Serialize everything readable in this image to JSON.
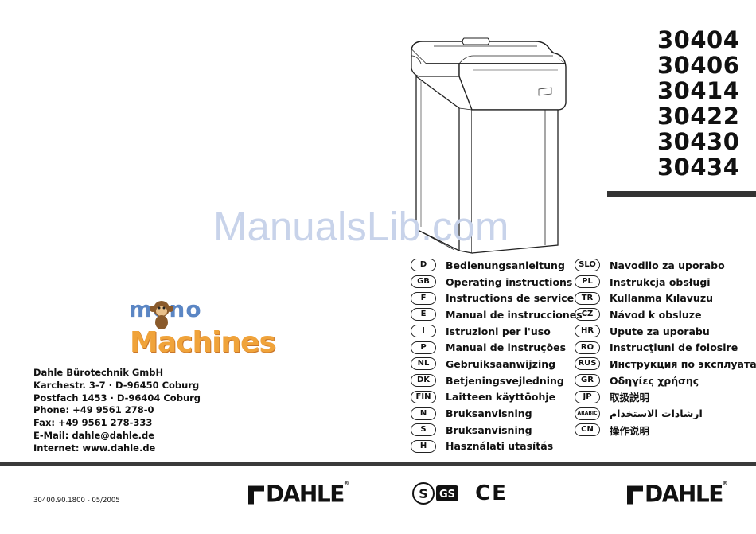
{
  "models": [
    "30404",
    "30406",
    "30414",
    "30422",
    "30430",
    "30434"
  ],
  "watermark": "ManualsLib.com",
  "logo": {
    "line1": "mono",
    "line2": "Machines"
  },
  "languages_left": [
    {
      "code": "D",
      "label": "Bedienungsanleitung"
    },
    {
      "code": "GB",
      "label": "Operating instructions"
    },
    {
      "code": "F",
      "label": "Instructions de service"
    },
    {
      "code": "E",
      "label": "Manual de instrucciones"
    },
    {
      "code": "I",
      "label": "Istruzioni per l'uso"
    },
    {
      "code": "P",
      "label": "Manual de instruções"
    },
    {
      "code": "NL",
      "label": "Gebruiksaanwijzing"
    },
    {
      "code": "DK",
      "label": "Betjeningsvejledning"
    },
    {
      "code": "FIN",
      "label": "Laitteen käyttöohje"
    },
    {
      "code": "N",
      "label": "Bruksanvisning"
    },
    {
      "code": "S",
      "label": "Bruksanvisning"
    },
    {
      "code": "H",
      "label": "Használati utasítás"
    }
  ],
  "languages_right": [
    {
      "code": "SLO",
      "label": "Navodilo za uporabo"
    },
    {
      "code": "PL",
      "label": "Instrukcja obsługi"
    },
    {
      "code": "TR",
      "label": "Kullanma Kılavuzu"
    },
    {
      "code": "CZ",
      "label": "Návod k obsluze"
    },
    {
      "code": "HR",
      "label": "Upute za uporabu"
    },
    {
      "code": "RO",
      "label": "Instrucţiuni de folosire"
    },
    {
      "code": "RUS",
      "label": "Инструкция по эксплуатации"
    },
    {
      "code": "GR",
      "label": "Οδηγίες χρήσης"
    },
    {
      "code": "JP",
      "label": "取扱説明"
    },
    {
      "code": "ARABIC",
      "label": "ارشادات الاستخدام"
    },
    {
      "code": "CN",
      "label": "操作说明"
    }
  ],
  "company": {
    "name": "Dahle Bürotechnik GmbH",
    "street": "Karchestr. 3-7 · D-96450 Coburg",
    "postbox": "Postfach 1453 · D-96404 Coburg",
    "phone": "Phone: +49 9561 278-0",
    "fax": "Fax: +49 9561 278-333",
    "email": "E-Mail: dahle@dahle.de",
    "internet": "Internet: www.dahle.de"
  },
  "doc_number": "30400.90.1800 - 05/2005",
  "brand": "DAHLE",
  "brand_reg": "®",
  "cert": {
    "gs": "GS",
    "ce": "CE"
  }
}
